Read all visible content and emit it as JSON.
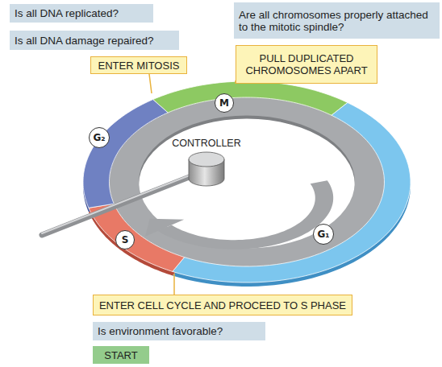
{
  "diagram": {
    "nodes": [
      {
        "text": [
          "Is all DNA replicated?"
        ]
      },
      {
        "text": [
          "Are all chromosomes properly attached to the mitotic spindle?"
        ]
      },
      {
        "text": [
          "Is all DNA damage repaired?"
        ]
      },
      {
        "text": [
          "ENTER MITOSIS"
        ]
      },
      {
        "text": [
          "PULL DUPLICATED CHROMOSOMES APART"
        ]
      },
      {
        "text": [
          "M"
        ]
      },
      {
        "text": [
          "G₂"
        ]
      },
      {
        "text": [
          "G₁"
        ]
      },
      {
        "text": [
          "S"
        ]
      },
      {
        "text": [
          "ENTER CELL CYCLE AND PROCEED TO S PHASE"
        ]
      },
      {
        "text": [
          "Is environment favorable?"
        ]
      },
      {
        "text": [
          "START"
        ]
      }
    ],
    "labels": [
      "CONTROLLER"
    ]
  }
}
